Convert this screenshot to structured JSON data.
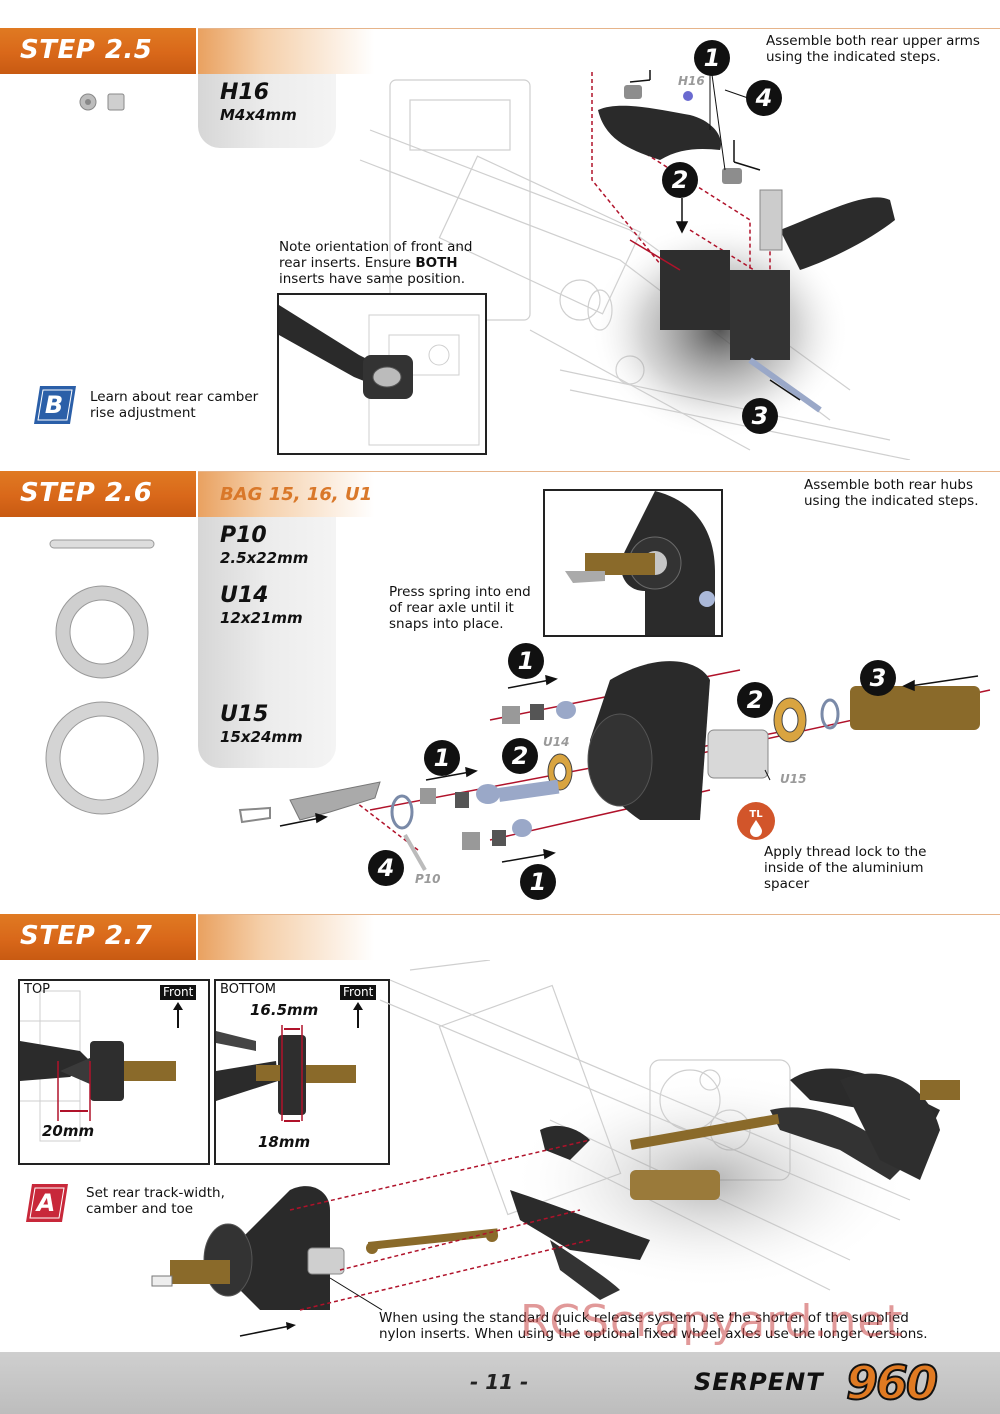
{
  "steps": [
    {
      "title": "STEP 2.5",
      "parts": [
        {
          "code": "H16",
          "size": "M4x4mm"
        }
      ],
      "instruction": "Assemble both rear upper arms using the indicated steps.",
      "callout_numbers": [
        "1",
        "4",
        "2",
        "3"
      ],
      "part_labels": [
        "H16"
      ],
      "note": {
        "before": "Note orientation of front and rear inserts. Ensure ",
        "bold": "BOTH",
        "after": " inserts have same position."
      },
      "info": {
        "icon_letter": "B",
        "icon_color": "#2b5fa8",
        "text": "Learn about rear camber rise adjustment"
      }
    },
    {
      "title": "STEP 2.6",
      "bag": "BAG 15, 16, U1",
      "parts": [
        {
          "code": "P10",
          "size": "2.5x22mm"
        },
        {
          "code": "U14",
          "size": "12x21mm"
        },
        {
          "code": "U15",
          "size": "15x24mm"
        }
      ],
      "instruction": "Assemble both rear hubs using the indicated steps.",
      "note": "Press spring into end of rear axle until it snaps into place.",
      "callout_numbers": [
        "1",
        "2",
        "3",
        "1",
        "2",
        "4",
        "1"
      ],
      "part_labels": [
        "U14",
        "U15",
        "P10"
      ],
      "threadlock": {
        "badge": "TL",
        "color": "#d2552a",
        "text": "Apply thread lock to the inside of the aluminium spacer"
      }
    },
    {
      "title": "STEP 2.7",
      "top_box": {
        "label": "TOP",
        "front": "Front",
        "measure": "20mm"
      },
      "bottom_box": {
        "label": "BOTTOM",
        "front": "Front",
        "measure_top": "16.5mm",
        "measure_bottom": "18mm"
      },
      "info": {
        "icon_letter": "A",
        "icon_color": "#c8283a",
        "text": "Set rear track-width, camber and toe"
      },
      "note": "When using the standard quick release system use the shorter of the supplied nylon inserts. When using the optional fixed wheel axles use the longer versions."
    }
  ],
  "footer": {
    "page": "- 11 -",
    "brand": "SERPENT",
    "model": "960"
  },
  "watermark": "RCScrapyard.net",
  "colors": {
    "accent": "#e07a22",
    "bag_text": "#d9782a"
  }
}
